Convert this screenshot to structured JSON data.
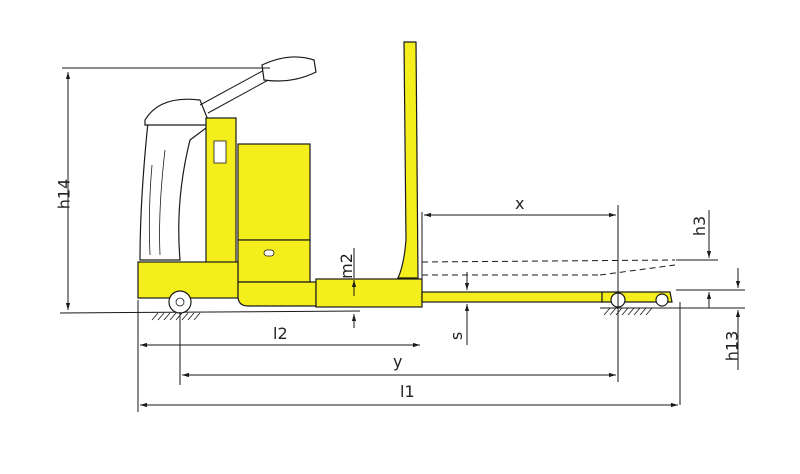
{
  "diagram": {
    "subject": "pallet truck side view dimensional drawing",
    "colors": {
      "body_fill": "#f4ee1c",
      "line": "#1a1a1a",
      "background": "#ffffff"
    },
    "dimension_labels": {
      "h14": "h14",
      "h3": "h3",
      "h13": "h13",
      "m2": "m2",
      "s": "s",
      "x": "x",
      "l2": "l2",
      "y": "y",
      "l1": "l1"
    }
  }
}
